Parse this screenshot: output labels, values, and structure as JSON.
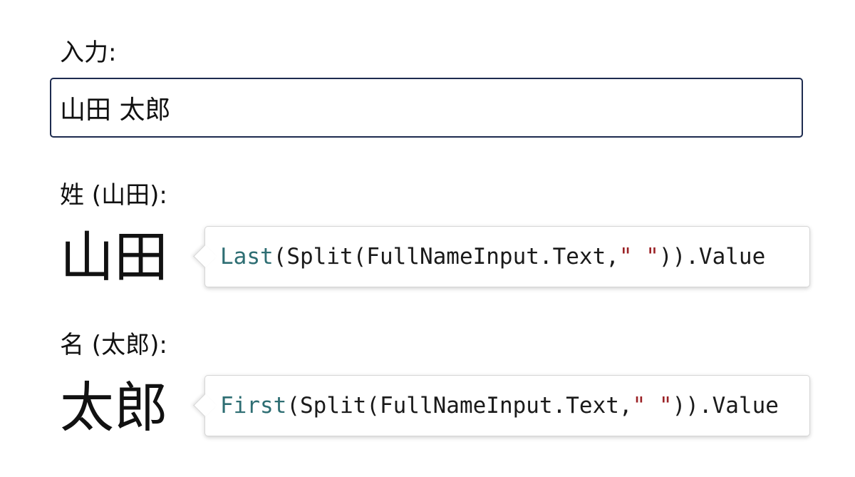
{
  "input_section": {
    "label": "入力:",
    "value": "山田 太郎"
  },
  "last_name": {
    "label": "姓 (山田):",
    "value": "山田",
    "formula": {
      "fn": "Last",
      "mid": "(Split(FullNameInput.Text, ",
      "str": "\" \"",
      "end": ")).Value"
    }
  },
  "first_name": {
    "label": "名 (太郎):",
    "value": "太郎",
    "formula": {
      "fn": "First",
      "mid": "(Split(FullNameInput.Text, ",
      "str": "\" \"",
      "end": ")).Value"
    }
  },
  "colors": {
    "input_border": "#1d2b4f",
    "function_name": "#2e6e73",
    "string_literal": "#9b2226"
  }
}
